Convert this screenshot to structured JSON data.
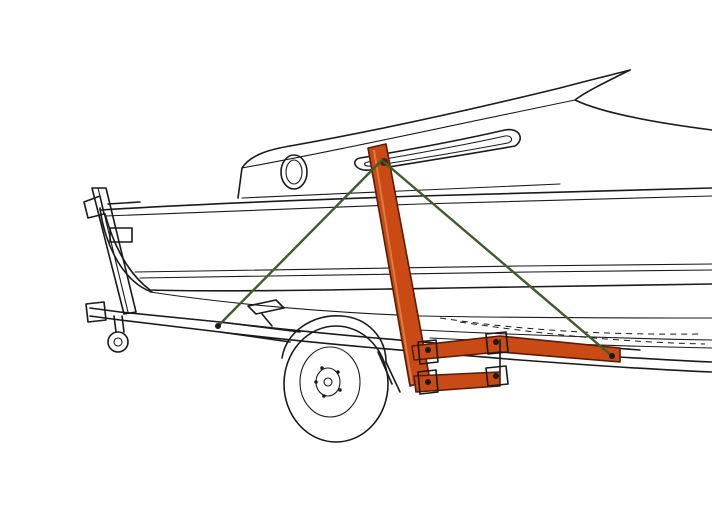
{
  "colors": {
    "background": "#ffffff",
    "ink": "#1a1a1a",
    "support_frame": "#c94a14",
    "support_frame_edge": "#5a1a05",
    "tie_lines": "#3b5e2a"
  },
  "parts": [
    "boat-hull",
    "cabin",
    "trailer-frame",
    "winch-post",
    "wheel",
    "support-frame",
    "tie-down-lines"
  ]
}
